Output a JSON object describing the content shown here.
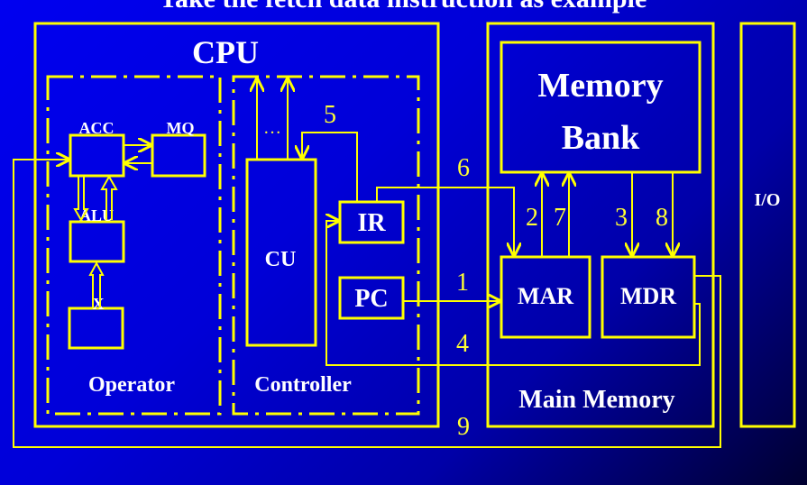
{
  "title": "Take the fetch data instruction as example",
  "cpu": {
    "label": "CPU",
    "operator": {
      "label": "Operator",
      "acc": "ACC",
      "mq": "MQ",
      "alu": "ALU",
      "x": "X"
    },
    "controller": {
      "label": "Controller",
      "cu": "CU",
      "ir": "IR",
      "pc": "PC",
      "ellipsis": "…"
    }
  },
  "main_memory": {
    "label": "Main Memory",
    "bank": {
      "line1": "Memory",
      "line2": "Bank"
    },
    "mar": "MAR",
    "mdr": "MDR"
  },
  "io": {
    "label": "I/O"
  },
  "steps": [
    "1",
    "2",
    "3",
    "4",
    "5",
    "6",
    "7",
    "8",
    "9"
  ],
  "colors": {
    "line": "#ffff00",
    "text": "#ffffff",
    "step": "#ffff33"
  }
}
